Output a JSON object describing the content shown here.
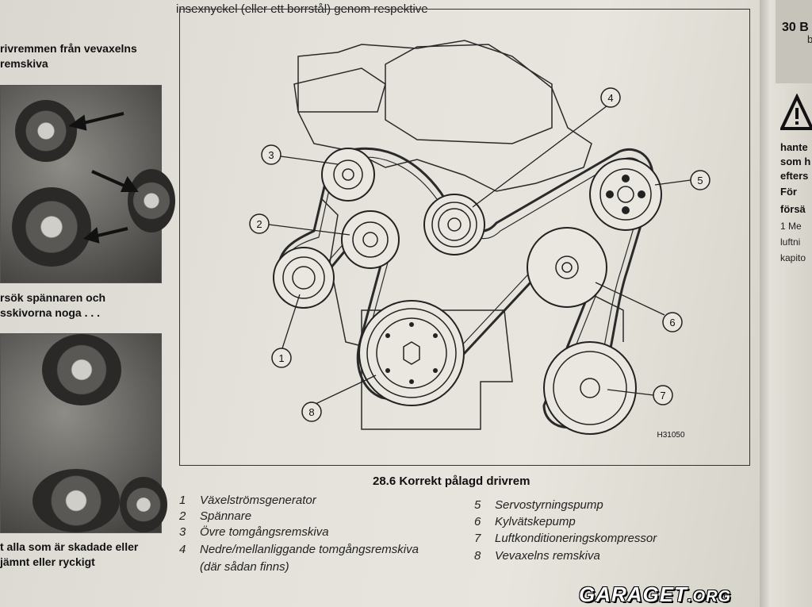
{
  "top_text": "insexnyckel (eller ett borrstål) genom respektive",
  "left": {
    "caption1": [
      "rivremmen från vevaxelns",
      "remskiva"
    ],
    "caption2": [
      "rsök spännaren och",
      "sskivorna noga . . ."
    ],
    "caption3": [
      "t alla som är skadade eller",
      "jämnt eller ryckigt"
    ]
  },
  "diagram": {
    "code": "H31050",
    "callouts": [
      "1",
      "2",
      "3",
      "4",
      "5",
      "6",
      "7",
      "8"
    ]
  },
  "figure_title": "28.6 Korrekt pålagd drivrem",
  "legend": [
    {
      "num": "1",
      "text": "Växelströmsgenerator"
    },
    {
      "num": "2",
      "text": "Spännare"
    },
    {
      "num": "3",
      "text": "Övre tomgångsremskiva"
    },
    {
      "num": "4",
      "text": "Nedre/mellanliggande tomgångsremskiva"
    },
    {
      "num": "5",
      "text": "Servostyrningspump"
    },
    {
      "num": "6",
      "text": "Kylvätskepump"
    },
    {
      "num": "7",
      "text": "Luftkonditioneringskompressor"
    },
    {
      "num": "8",
      "text": "Vevaxelns remskiva"
    }
  ],
  "legend_sub": "(där sådan finns)",
  "right_page": {
    "header": "30 B",
    "header2": "b",
    "warn_lines": [
      "hante",
      "som h",
      "efters",
      "För",
      "försä"
    ],
    "body_lines": [
      "1 Me",
      "luftni",
      "kapito"
    ]
  },
  "watermark": {
    "main": "GARAGET",
    "tld": ".ORG"
  }
}
